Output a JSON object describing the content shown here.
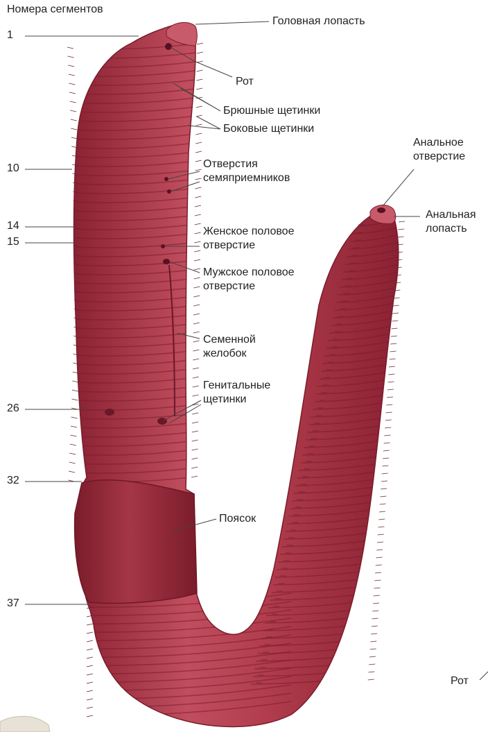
{
  "title": "Номера сегментов",
  "segment_numbers": [
    "1",
    "10",
    "14",
    "15",
    "26",
    "32",
    "37"
  ],
  "labels": {
    "head_lobe": "Головная лопасть",
    "mouth": "Рот",
    "ventral_setae": "Брюшные щетинки",
    "lateral_setae": "Боковые щетинки",
    "receptacle_openings": "Отверстия\nсемяприемников",
    "female_pore": "Женское половое\nотверстие",
    "male_pore": "Мужское половое\nотверстие",
    "seminal_groove": "Семенной\nжелобок",
    "genital_setae": "Генитальные\nщетинки",
    "clitellum": "Поясок",
    "anus": "Анальное\nотверстие",
    "anal_lobe": "Анальная\nлопасть",
    "mouth_bottom": "Рот"
  },
  "colors": {
    "body": "#b5404f",
    "body_dark": "#8a2233",
    "body_light": "#d46a78",
    "clitellum": "#9a2e3d",
    "line": "#444444"
  }
}
